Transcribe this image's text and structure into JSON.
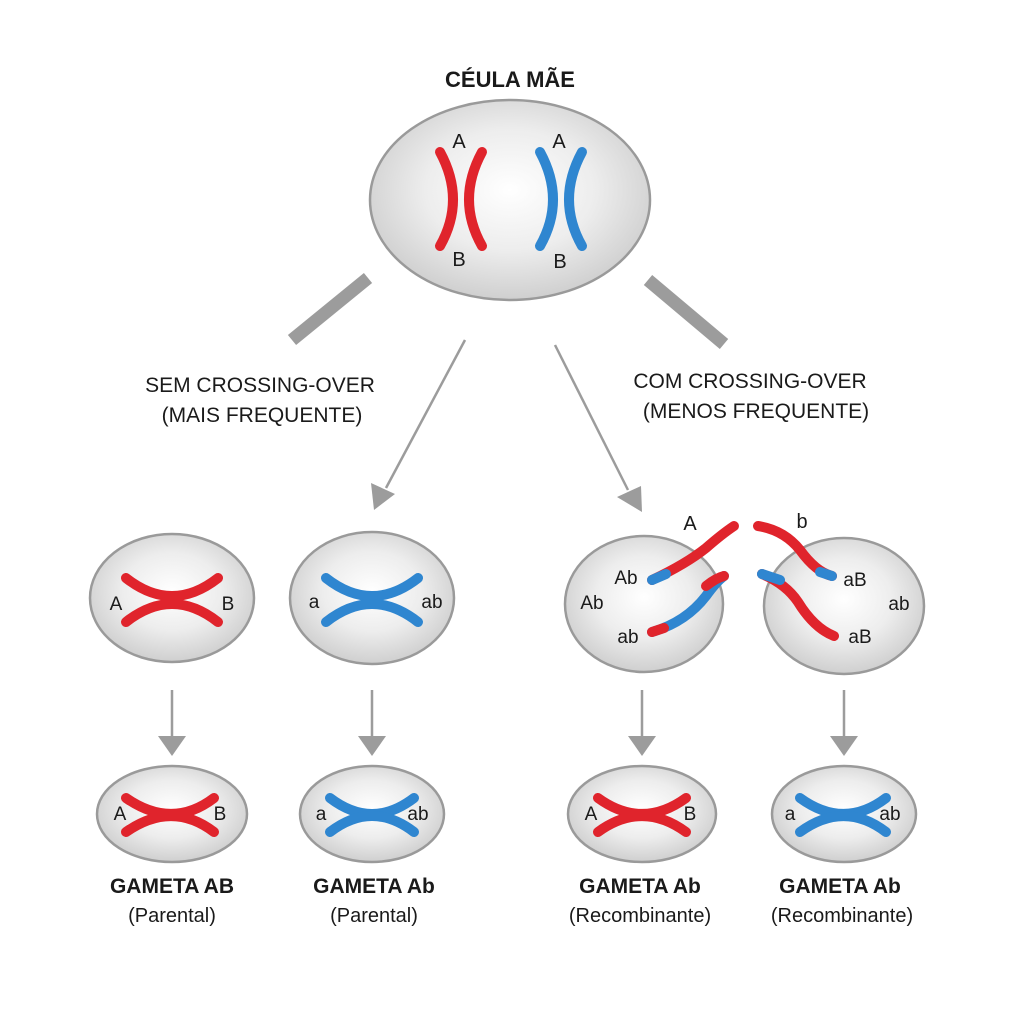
{
  "title": "CÉULA MÃE",
  "branches": {
    "left_line1": "SEM CROSSING-OVER",
    "left_line2": "(MAIS FREQUENTE)",
    "right_line1": "COM CROSSING-OVER",
    "right_line2": "(MENOS FREQUENTE)"
  },
  "mother_cell": {
    "red_top": "A",
    "red_bottom": "B",
    "blue_top": "A",
    "blue_bottom": "B"
  },
  "middle_cells": {
    "c1_left": "A",
    "c1_right": "B",
    "c2_left": "a",
    "c2_right": "ab",
    "c3_top": "A",
    "c3_label1": "Ab",
    "c3_label2": "Ab",
    "c3_label3": "ab",
    "c4_top": "b",
    "c4_label1": "aB",
    "c4_label2": "ab",
    "c4_label3": "aB"
  },
  "gamete_cells": {
    "g1_left": "A",
    "g1_right": "B",
    "g2_left": "a",
    "g2_right": "ab",
    "g3_left": "A",
    "g3_right": "B",
    "g4_left": "a",
    "g4_right": "ab"
  },
  "gametes": [
    {
      "title": "GAMETA AB",
      "type": "(Parental)"
    },
    {
      "title": "GAMETA Ab",
      "type": "(Parental)"
    },
    {
      "title": "GAMETA Ab",
      "type": "(Recombinante)"
    },
    {
      "title": "GAMETA Ab",
      "type": "(Recombinante)"
    }
  ],
  "colors": {
    "red_chromosome": "#e0242c",
    "blue_chromosome": "#2f86d0",
    "cell_fill": "#e6e6e6",
    "arrow": "#9c9c9c"
  }
}
